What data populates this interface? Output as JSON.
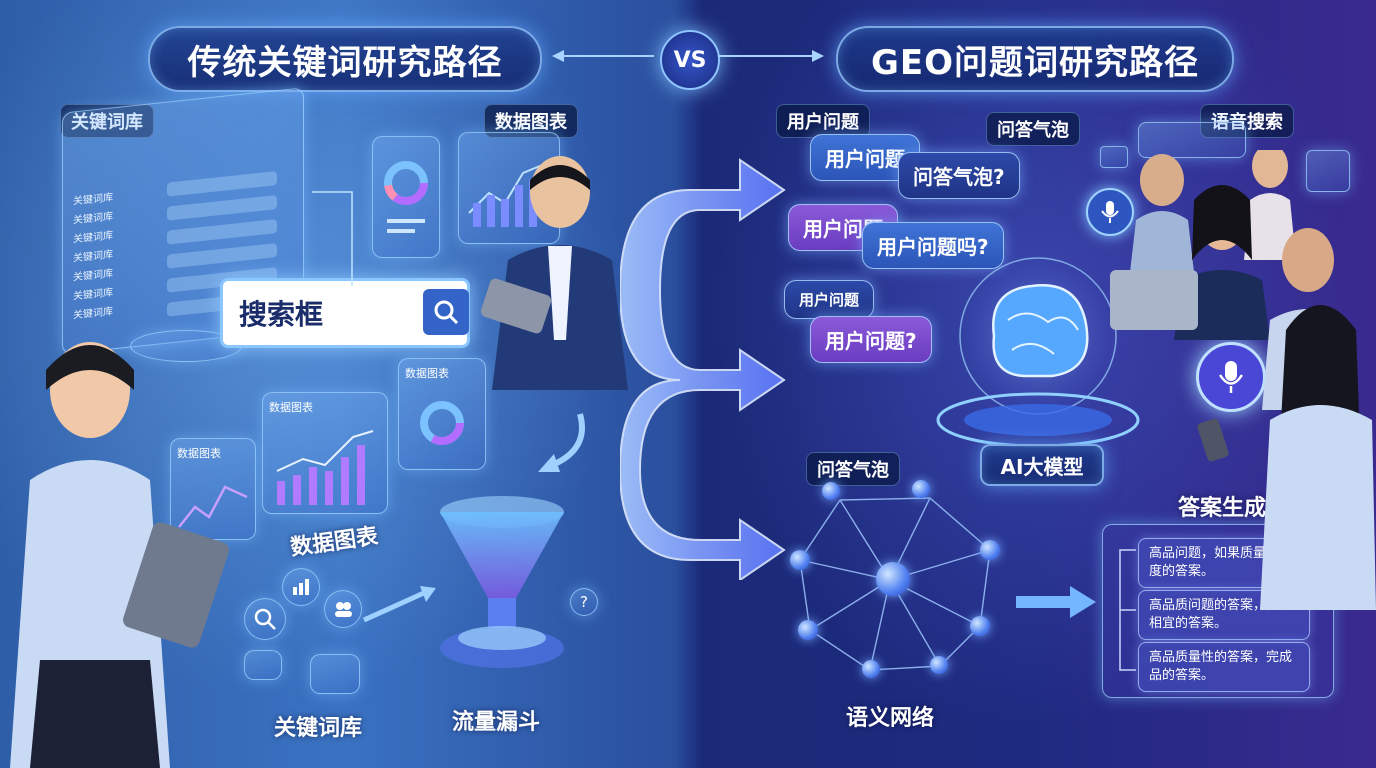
{
  "header": {
    "left_title": "传统关键词研究路径",
    "vs": "VS",
    "right_title": "GEO问题词研究路径"
  },
  "left": {
    "keyword_lib_tag": "关键词库",
    "keyword_list": [
      "关键词库",
      "关键词库",
      "关键词库",
      "关键词库",
      "关键词库",
      "关键词库",
      "关键词库"
    ],
    "data_chart_tag": "数据图表",
    "search_box": "搜索框",
    "chart_mini_labels": [
      "数据图表",
      "数据图表",
      "数据图表"
    ],
    "data_chart_label": "数据图表",
    "keyword_lib_label": "关键词库",
    "funnel_label": "流量漏斗",
    "question_mark": "?"
  },
  "right": {
    "user_question_tag": "用户问题",
    "qa_bubble_tag": "问答气泡",
    "voice_search_tag": "语音搜索",
    "bubbles": [
      "用户问题",
      "问答气泡?",
      "用户问题",
      "用户问题吗?",
      "用户问题",
      "用户问题?"
    ],
    "qa_bubble_label": "问答气泡",
    "ai_model_label": "AI大模型",
    "answer_title": "答案生成",
    "answers": [
      "高品问题，如果质量性質度的答案。",
      "高品质问题的答案，完成相宜的答案。",
      "高品质量性的答案，完成品的答案。"
    ],
    "semantic_net_label": "语义网络"
  },
  "colors": {
    "left_bg": "#3a72c2",
    "right_bg": "#1e2a80",
    "accent": "#8fc4ff",
    "purple": "#8a5ad8"
  },
  "icons": [
    "search-icon",
    "arrow-icon",
    "brain-icon",
    "microphone-icon",
    "chat-icon",
    "funnel-icon",
    "network-icon",
    "tablet-icon"
  ]
}
